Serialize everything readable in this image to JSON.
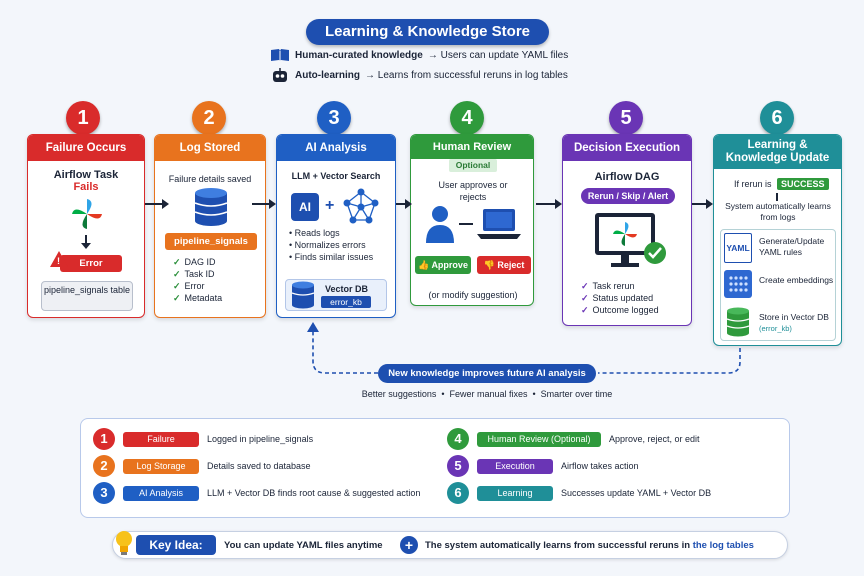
{
  "title": "Learning & Knowledge Store",
  "intro": [
    {
      "bold": "Human-curated knowledge",
      "rest": "→ Users can update YAML files",
      "icon": "book-icon"
    },
    {
      "bold": "Auto-learning",
      "rest": "→ Learns from successful reruns in log tables",
      "icon": "robot-icon"
    }
  ],
  "steps": [
    {
      "num": "1",
      "header": "Failure Occurs",
      "color": "#d92b2b",
      "line1": "Airflow Task",
      "line2": "Fails",
      "error_label": "Error",
      "table_label": "pipeline_signals table"
    },
    {
      "num": "2",
      "header": "Log Stored",
      "color": "#e8731e",
      "desc": "Failure details saved",
      "badge": "pipeline_signals",
      "items": [
        "DAG ID",
        "Task ID",
        "Error",
        "Metadata"
      ]
    },
    {
      "num": "3",
      "header": "AI Analysis",
      "color": "#1f5fc4",
      "desc": "LLM + Vector Search",
      "ai_label": "AI",
      "items": [
        "Reads logs",
        "Normalizes errors",
        "Finds similar issues"
      ],
      "db_label": "Vector DB",
      "db_sub": "error_kb"
    },
    {
      "num": "4",
      "header": "Human Review",
      "sub": "Optional",
      "color": "#2f9a3c",
      "desc": "User approves or rejects",
      "approve": "Approve",
      "reject": "Reject",
      "modify": "(or modify suggestion)"
    },
    {
      "num": "5",
      "header": "Decision Execution",
      "color": "#6a35b5",
      "desc": "Airflow DAG",
      "badge": "Rerun / Skip / Alert",
      "items": [
        "Task rerun",
        "Status updated",
        "Outcome logged"
      ]
    },
    {
      "num": "6",
      "header": "Learning & Knowledge Update",
      "color": "#1f8f98",
      "if_text": "If rerun is",
      "success": "SUCCESS",
      "auto_text": "System automatically learns from logs",
      "actions": [
        {
          "icon": "yaml-file-icon",
          "text": "Generate/Update YAML rules",
          "icon_text": "YAML"
        },
        {
          "icon": "grid-icon",
          "text": "Create embeddings"
        },
        {
          "icon": "database-icon",
          "text": "Store in Vector DB",
          "suffix": "(error_kb)"
        }
      ]
    }
  ],
  "feedback": {
    "pill": "New knowledge improves future AI analysis",
    "benefits": "Better suggestions  •  Fewer manual fixes  •  Smarter over time"
  },
  "key_left": [
    {
      "num": "1",
      "label": "Failure",
      "desc": "Logged in pipeline_signals",
      "color": "#d92b2b"
    },
    {
      "num": "2",
      "label": "Log Storage",
      "desc": "Details saved to database",
      "color": "#e8731e"
    },
    {
      "num": "3",
      "label": "AI Analysis",
      "desc": "LLM + Vector DB finds root cause & suggested action",
      "color": "#1f5fc4"
    }
  ],
  "key_right": [
    {
      "num": "4",
      "label": "Human Review (Optional)",
      "desc": "Approve, reject, or edit",
      "color": "#2f9a3c"
    },
    {
      "num": "5",
      "label": "Execution",
      "desc": "Airflow takes action",
      "color": "#6a35b5"
    },
    {
      "num": "6",
      "label": "Learning",
      "desc": "Successes update YAML + Vector DB",
      "color": "#1f8f98"
    }
  ],
  "key_idea": {
    "label": "Key Idea:",
    "part1": "You can update YAML files anytime",
    "part2": "The system automatically learns from successful reruns in",
    "part2_bold": "the log tables"
  }
}
